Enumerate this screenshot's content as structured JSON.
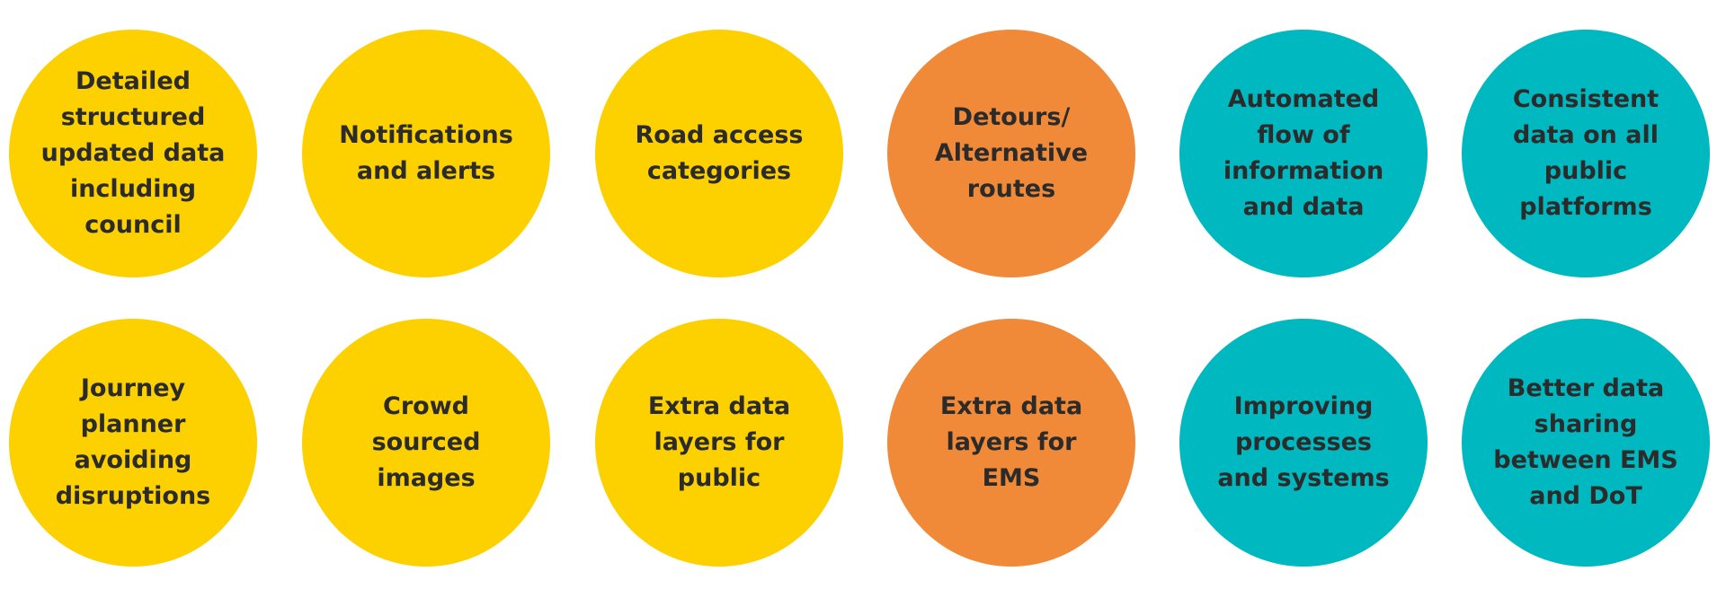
{
  "colors": {
    "yellow": "#fdd000",
    "orange": "#f08a38",
    "teal": "#00b8bf",
    "text": "#2b2b2b"
  },
  "circles": [
    {
      "label": "Detailed\nstructured\nupdated data\nincluding\ncouncil",
      "color": "yellow"
    },
    {
      "label": "Notifications\nand alerts",
      "color": "yellow"
    },
    {
      "label": "Road access\ncategories",
      "color": "yellow"
    },
    {
      "label": "Detours/\nAlternative\nroutes",
      "color": "orange"
    },
    {
      "label": "Automated\nflow of\ninformation\nand data",
      "color": "teal"
    },
    {
      "label": "Consistent\ndata on all\npublic\nplatforms",
      "color": "teal"
    },
    {
      "label": "Journey\nplanner\navoiding\ndisruptions",
      "color": "yellow"
    },
    {
      "label": "Crowd\nsourced\nimages",
      "color": "yellow"
    },
    {
      "label": "Extra data\nlayers for\npublic",
      "color": "yellow"
    },
    {
      "label": "Extra data\nlayers for\nEMS",
      "color": "orange"
    },
    {
      "label": "Improving\nprocesses\nand systems",
      "color": "teal"
    },
    {
      "label": "Better data\nsharing\nbetween EMS\nand DoT",
      "color": "teal"
    }
  ]
}
